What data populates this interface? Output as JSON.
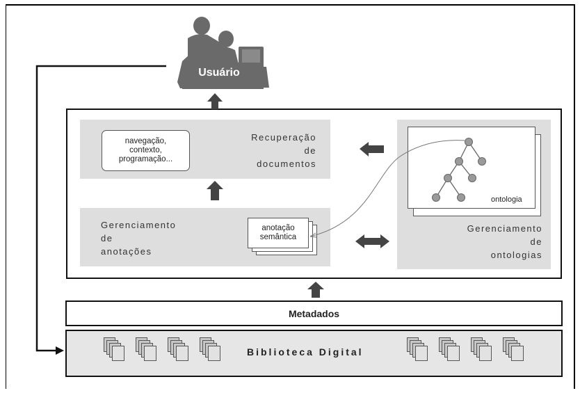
{
  "user": {
    "label": "Usuário"
  },
  "retrieval": {
    "title_lines": [
      "Recuperação",
      "de",
      "documentos"
    ],
    "context_lines": [
      "navegação,",
      "contexto,",
      "programação..."
    ]
  },
  "annotation_management": {
    "title_lines": [
      "Gerenciamento",
      "de",
      "anotações"
    ],
    "card_lines": [
      "anotação",
      "semântica"
    ]
  },
  "ontology_management": {
    "title_lines": [
      "Gerenciamento",
      "de",
      "ontologias"
    ],
    "tree_label": "ontologia"
  },
  "metadata": {
    "label": "Metadados"
  },
  "library": {
    "label": "Biblioteca Digital"
  },
  "colors": {
    "panel": "#dedede",
    "arrow": "#444444",
    "node": "#9a9a9a",
    "user_silhouette": "#6a6a6a"
  }
}
